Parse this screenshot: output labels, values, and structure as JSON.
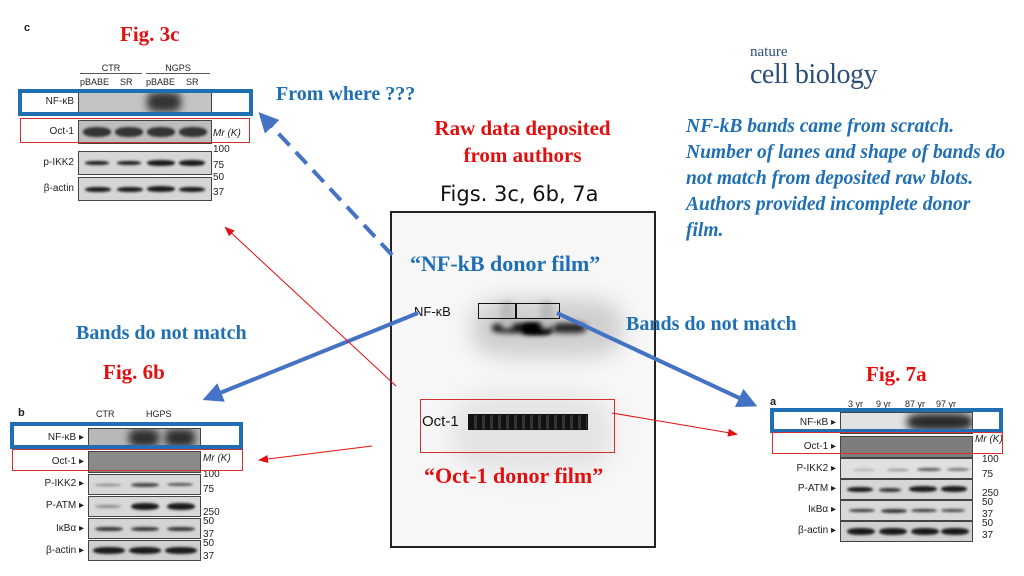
{
  "logo": {
    "line1": "nature",
    "line2": "cell biology"
  },
  "annotations": {
    "from_where": "From where ???",
    "raw_data_line1": "Raw data deposited",
    "raw_data_line2": "from authors",
    "figs_label": "Figs. 3c, 6b, 7a",
    "nfkb_donor": "“NF-kB donor film”",
    "oct1_donor": "“Oct-1 donor film”",
    "bands_left": "Bands do not match",
    "bands_right": "Bands do not match",
    "note": "NF-kB bands came from scratch. Number of lanes and shape of bands do not match from deposited raw blots. Authors provided incomplete donor film."
  },
  "colors": {
    "red": "#e01010",
    "blue": "#1f6fb2",
    "arrow_blue": "#4472c4",
    "thin_red": "#d03030"
  },
  "fig3c": {
    "title": "Fig. 3c",
    "panel_letter": "c",
    "groups": [
      "CTR",
      "NGPS"
    ],
    "lanes": [
      "pBABE",
      "SR",
      "pBABE",
      "SR"
    ],
    "rows": [
      "NF-κB",
      "Oct-1",
      "p-IKK2",
      "β-actin"
    ],
    "mr_label": "Mr (K)",
    "markers": {
      "pikk2": [
        "100",
        "75"
      ],
      "actin": [
        "50",
        "37"
      ]
    }
  },
  "fig6b": {
    "title": "Fig. 6b",
    "panel_letter": "b",
    "groups": [
      "CTR",
      "HGPS"
    ],
    "rows": [
      "NF-κB ▸",
      "Oct-1 ▸",
      "P-IKK2 ▸",
      "P-ATM ▸",
      "IκBα ▸",
      "β-actin ▸"
    ],
    "mr_label": "Mr (K)",
    "markers": {
      "pikk2": [
        "100",
        "75"
      ],
      "patm": [
        "250"
      ],
      "ikba": [
        "50",
        "37"
      ],
      "actin": [
        "50",
        "37"
      ]
    }
  },
  "fig7a": {
    "title": "Fig. 7a",
    "panel_letter": "a",
    "lanes": [
      "3 yr",
      "9 yr",
      "87 yr",
      "97 yr"
    ],
    "rows": [
      "NF-κB ▸",
      "Oct-1 ▸",
      "P-IKK2 ▸",
      "P-ATM ▸",
      "IκBα ▸",
      "β-actin ▸"
    ],
    "mr_label": "Mr (K)",
    "markers": {
      "pikk2": [
        "100",
        "75"
      ],
      "patm": [
        "250"
      ],
      "ikba": [
        "50",
        "37"
      ],
      "actin": [
        "50",
        "37"
      ]
    }
  },
  "film": {
    "nfkb_label": "NF-κB",
    "oct1_label": "Oct-1"
  }
}
